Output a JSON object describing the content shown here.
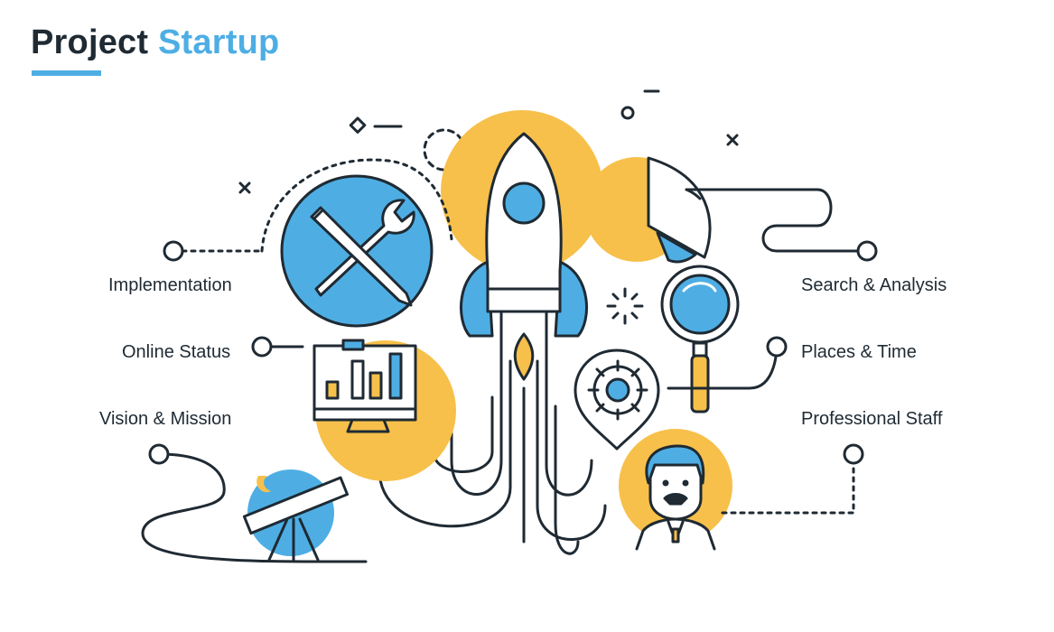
{
  "title": {
    "part1": "Project",
    "part2": "Startup"
  },
  "labels": {
    "implementation": "Implementation",
    "online_status": "Online Status",
    "vision_mission": "Vision & Mission",
    "search_analysis": "Search & Analysis",
    "places_time": "Places & Time",
    "professional_staff": "Professional Staff"
  },
  "colors": {
    "dark": "#1f2a33",
    "blue": "#4eaee4",
    "yellow": "#f7c04a",
    "white": "#ffffff"
  },
  "icons": [
    "rocket-icon",
    "tools-icon",
    "monitor-chart-icon",
    "telescope-icon",
    "pie-chart-icon",
    "magnifier-icon",
    "location-gear-icon",
    "businessman-icon"
  ]
}
